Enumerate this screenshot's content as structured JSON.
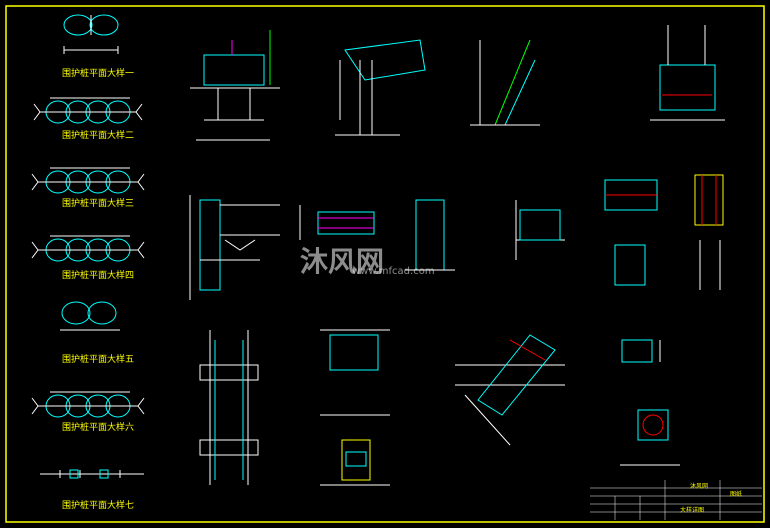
{
  "pile_details": [
    "围护桩平面大样一",
    "围护桩平面大样二",
    "围护桩平面大样三",
    "围护桩平面大样四",
    "围护桩平面大样五",
    "围护桩平面大样六",
    "围护桩平面大样七"
  ],
  "watermark": {
    "brand": "沐风网",
    "url": "www.mfcad.com"
  },
  "title_block": {
    "r1": "沐风网",
    "r2": "图纸",
    "r3": "大样详图"
  },
  "colors": {
    "background": "#000000",
    "frame": "#ffff00",
    "text": "#ffff00",
    "line_white": "#ffffff",
    "line_cyan": "#00ffff",
    "line_green": "#00ff00",
    "line_red": "#ff0000",
    "line_magenta": "#ff00ff"
  }
}
